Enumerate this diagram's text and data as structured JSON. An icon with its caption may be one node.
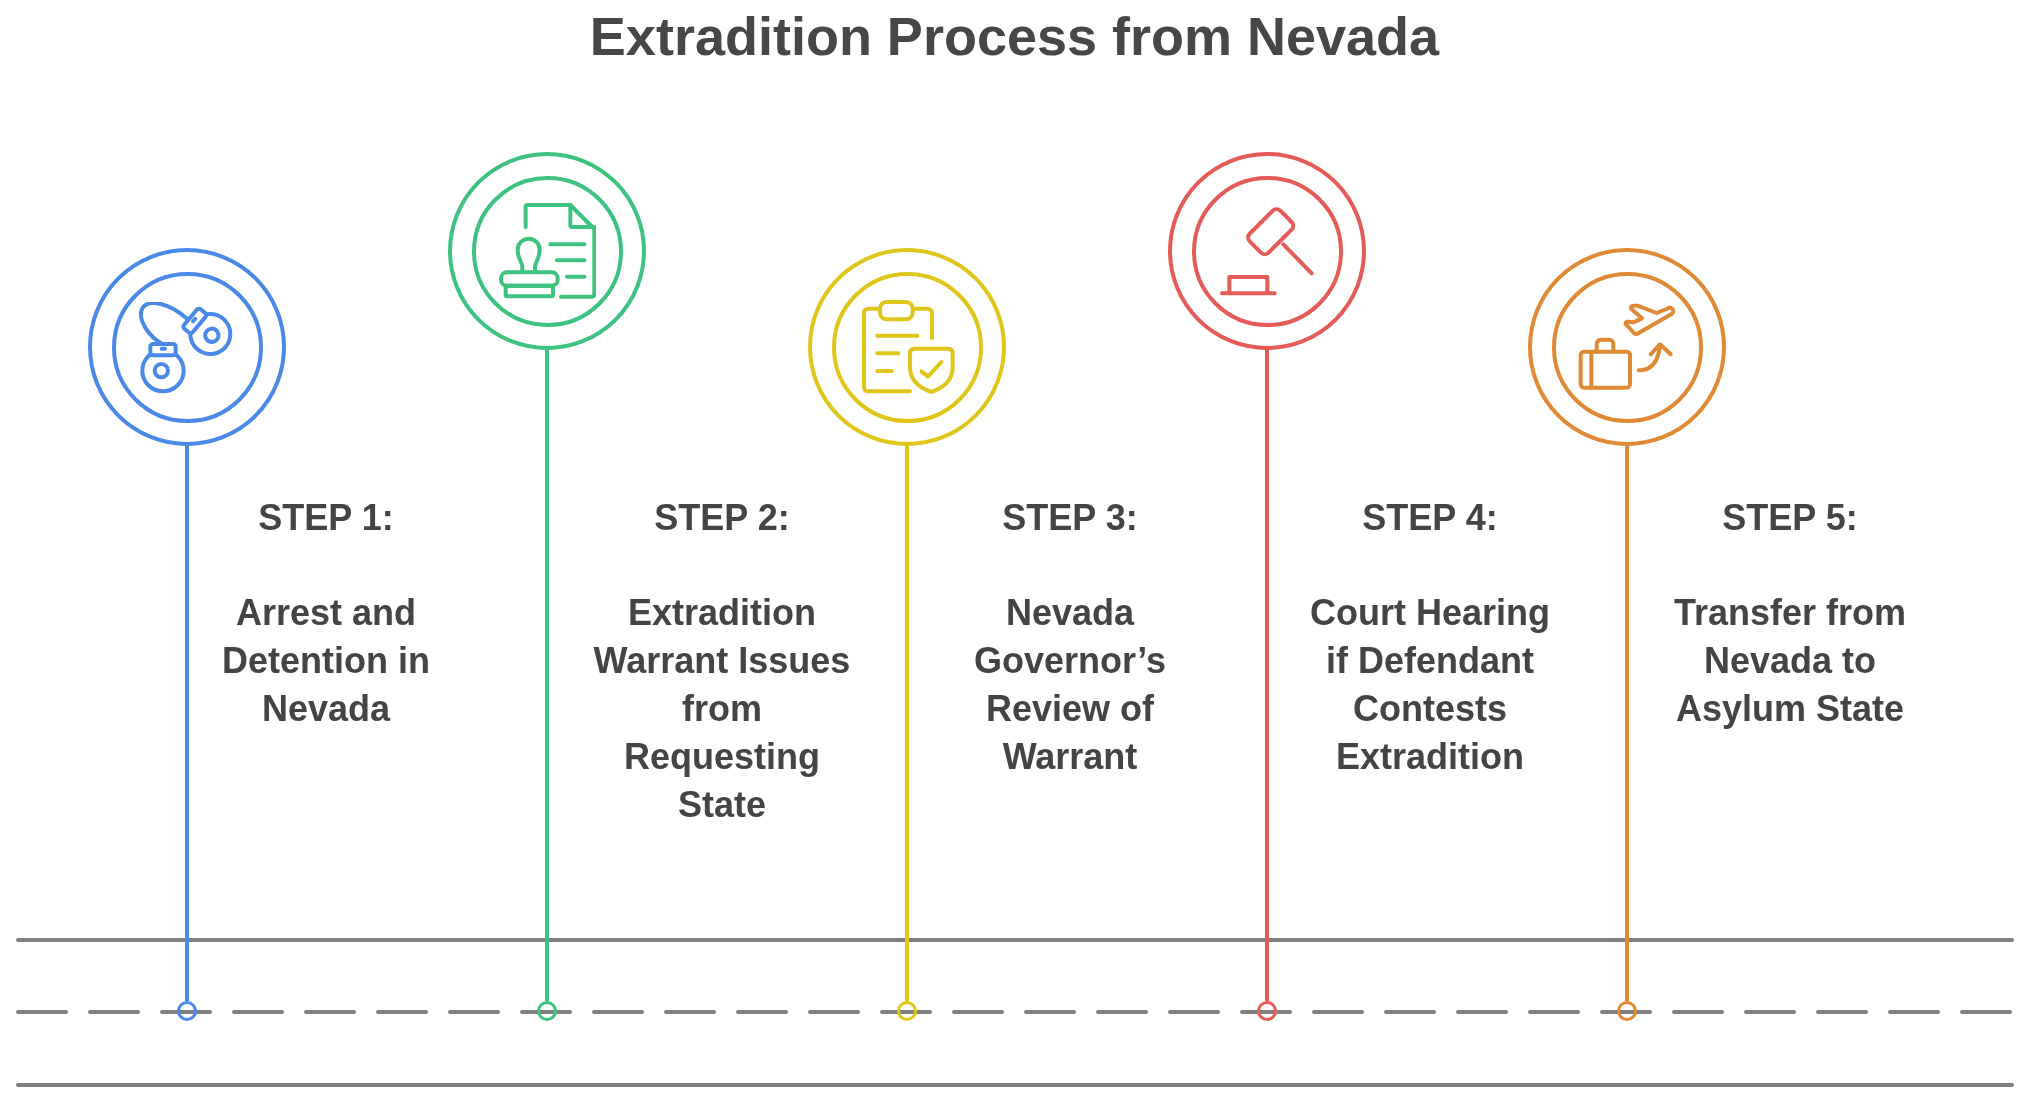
{
  "diagram": {
    "title": "Extradition Process from Nevada",
    "nodes": [
      {
        "text": [],
        "shape": "circle",
        "beside": [
          "STEP 1:",
          "Arrest and Detention in Nevada"
        ]
      },
      {
        "text": [],
        "shape": "circle",
        "beside": [
          "STEP 2:",
          "Extradition Warrant Issues from Requesting State"
        ]
      },
      {
        "text": [],
        "shape": "circle",
        "beside": [
          "STEP 3:",
          "Nevada Governor’s Review of Warrant"
        ]
      },
      {
        "text": [],
        "shape": "circle",
        "beside": [
          "STEP 4:",
          "Court Hearing if Defendant Contests Extradition"
        ]
      },
      {
        "text": [],
        "shape": "circle",
        "beside": [
          "STEP 5:",
          "Transfer from Nevada to Asylum State"
        ]
      },
      {
        "text": [],
        "shape": "circle"
      },
      {
        "text": [],
        "shape": "circle"
      },
      {
        "text": [],
        "shape": "circle"
      },
      {
        "text": [],
        "shape": "circle"
      },
      {
        "text": [],
        "shape": "circle"
      }
    ],
    "edges": [
      {
        "from": 0,
        "to": 5,
        "arrow": "none",
        "color": "#4a89e8"
      },
      {
        "from": 1,
        "to": 6,
        "arrow": "none",
        "color": "#3ec27f"
      },
      {
        "from": 2,
        "to": 7,
        "arrow": "none",
        "color": "#e0c61a"
      },
      {
        "from": 3,
        "to": 8,
        "arrow": "none",
        "color": "#e55b57"
      },
      {
        "from": 4,
        "to": 9,
        "arrow": "none",
        "color": "#e08a36"
      }
    ]
  }
}
